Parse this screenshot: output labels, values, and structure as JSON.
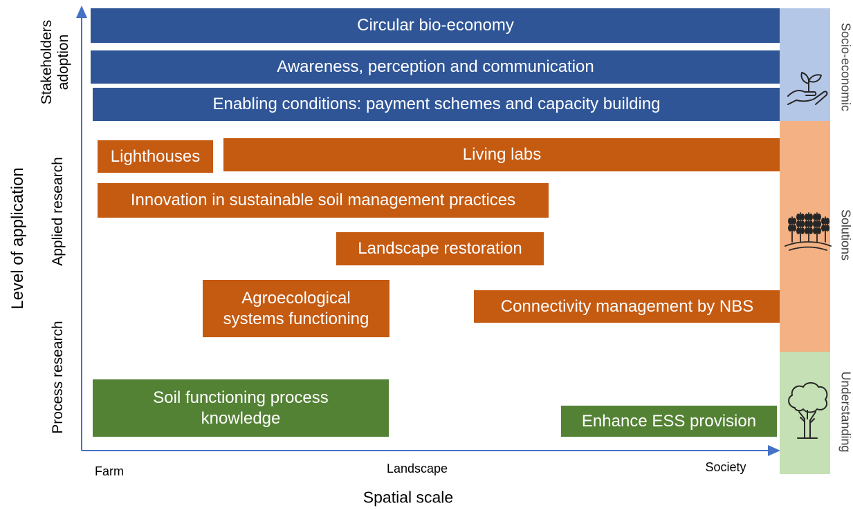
{
  "axes": {
    "y_title": "Level of application",
    "x_title": "Spatial scale",
    "y_levels": [
      "Stakeholders\nadoption",
      "Applied research",
      "Process research"
    ],
    "x_ticks": [
      "Farm",
      "Landscape",
      "Society"
    ]
  },
  "boxes": {
    "circular": "Circular bio-economy",
    "awareness": "Awareness, perception and communication",
    "enabling": "Enabling conditions: payment schemes and capacity building",
    "lighthouses": "Lighthouses",
    "living_labs": "Living labs",
    "innovation": "Innovation in sustainable soil management practices",
    "landscape_restoration": "Landscape restoration",
    "agroecological": "Agroecological\nsystems functioning",
    "connectivity": "Connectivity management by NBS",
    "soil_functioning": "Soil functioning process\nknowledge",
    "enhance_ess": "Enhance ESS provision"
  },
  "side_bands": [
    {
      "label": "Socio-economic",
      "icon": "hand-plant-icon",
      "color": "#b4c7e7"
    },
    {
      "label": "Solutions",
      "icon": "wheat-field-icon",
      "color": "#f4b183"
    },
    {
      "label": "Understanding",
      "icon": "tree-icon",
      "color": "#c5e0b4"
    }
  ],
  "colors": {
    "blue": "#2f5597",
    "orange": "#c55a11",
    "green": "#548235",
    "axis": "#4472c4"
  }
}
